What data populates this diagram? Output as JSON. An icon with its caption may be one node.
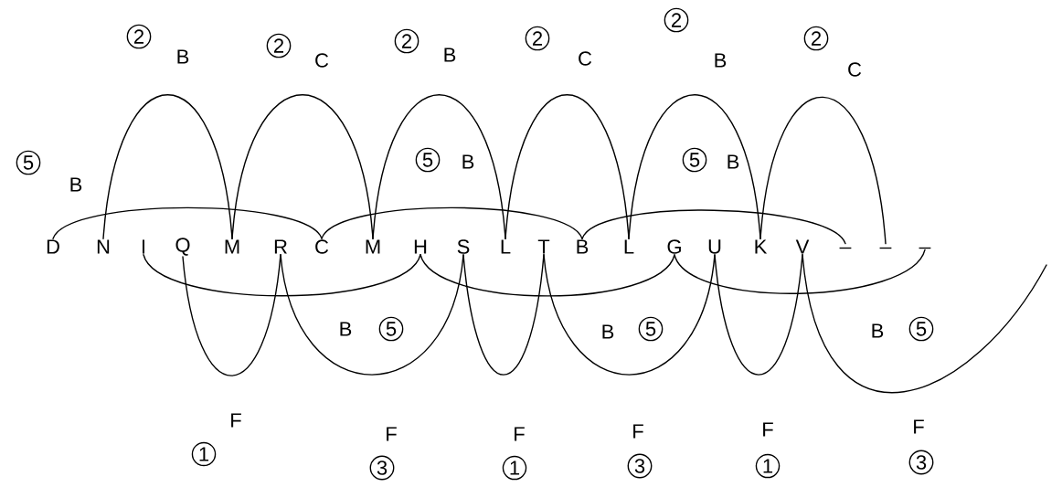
{
  "diagram": {
    "nodes": [
      {
        "text": [
          "D"
        ]
      },
      {
        "text": [
          "N"
        ]
      },
      {
        "text": [
          "I"
        ]
      },
      {
        "text": [
          "Q"
        ]
      },
      {
        "text": [
          "M"
        ]
      },
      {
        "text": [
          "R"
        ]
      },
      {
        "text": [
          "C"
        ]
      },
      {
        "text": [
          "M"
        ]
      },
      {
        "text": [
          "H"
        ]
      },
      {
        "text": [
          "S"
        ]
      },
      {
        "text": [
          "L"
        ]
      },
      {
        "text": [
          "T"
        ]
      },
      {
        "text": [
          "B"
        ]
      },
      {
        "text": [
          "L"
        ]
      },
      {
        "text": [
          "G"
        ]
      },
      {
        "text": [
          "U"
        ]
      },
      {
        "text": [
          "K"
        ]
      },
      {
        "text": [
          "V"
        ]
      },
      {
        "text": [
          "_"
        ]
      },
      {
        "text": [
          "_"
        ]
      },
      {
        "text": [
          "_"
        ]
      }
    ],
    "edges": [
      {
        "from": 1,
        "to": 4,
        "arrow": "none"
      },
      {
        "from": 4,
        "to": 7,
        "arrow": "none"
      },
      {
        "from": 7,
        "to": 10,
        "arrow": "none"
      },
      {
        "from": 10,
        "to": 13,
        "arrow": "none"
      },
      {
        "from": 13,
        "to": 16,
        "arrow": "none"
      },
      {
        "from": 16,
        "to": 19,
        "arrow": "none"
      },
      {
        "from": 0,
        "to": 6,
        "arrow": "none"
      },
      {
        "from": 6,
        "to": 12,
        "arrow": "none"
      },
      {
        "from": 12,
        "to": 18,
        "arrow": "none"
      },
      {
        "from": 2,
        "to": 8,
        "arrow": "none"
      },
      {
        "from": 8,
        "to": 14,
        "arrow": "none"
      },
      {
        "from": 14,
        "to": 20,
        "arrow": "none"
      },
      {
        "from": 3,
        "to": 5,
        "arrow": "none"
      },
      {
        "from": 5,
        "to": 9,
        "arrow": "none"
      },
      {
        "from": 9,
        "to": 11,
        "arrow": "none"
      },
      {
        "from": 11,
        "to": 15,
        "arrow": "none"
      },
      {
        "from": 15,
        "to": 17,
        "arrow": "none"
      },
      {
        "from": 17,
        "to": null,
        "arrow": "none"
      }
    ],
    "labels": [
      "2",
      "B",
      "2",
      "C",
      "2",
      "B",
      "2",
      "C",
      "2",
      "B",
      "2",
      "C",
      "5",
      "B",
      "5",
      "B",
      "5",
      "B",
      "B",
      "5",
      "B",
      "5",
      "B",
      "5",
      "F",
      "1",
      "F",
      "3",
      "F",
      "1",
      "F",
      "3",
      "F",
      "1",
      "F",
      "3"
    ]
  }
}
